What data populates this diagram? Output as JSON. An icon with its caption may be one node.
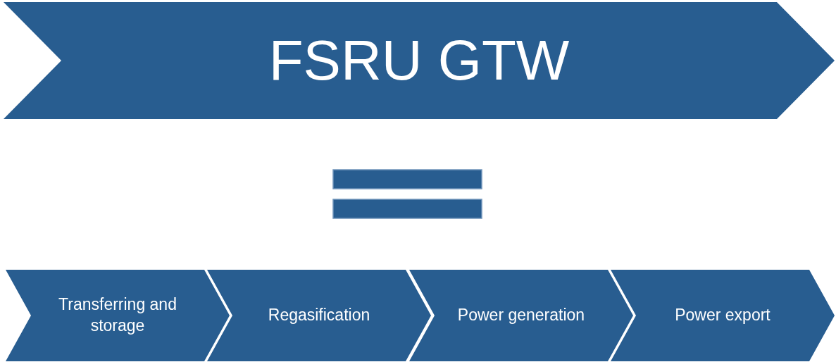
{
  "diagram": {
    "nodes": [
      {
        "text": [
          "FSRU GTW"
        ]
      },
      {
        "text": [
          "Transferring and storage"
        ]
      },
      {
        "text": [
          "Regasification"
        ]
      },
      {
        "text": [
          "Power generation"
        ]
      },
      {
        "text": [
          "Power export"
        ]
      }
    ]
  }
}
